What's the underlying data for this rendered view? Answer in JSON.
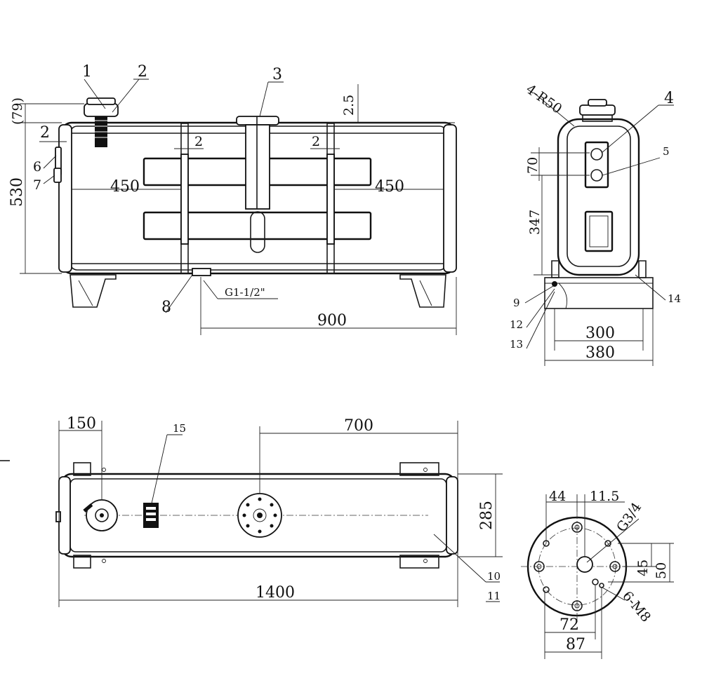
{
  "front_view": {
    "parts": [
      "1",
      "2",
      "3",
      "2",
      "6",
      "7",
      "8"
    ],
    "dims": {
      "cap_height": "(79)",
      "top_wall": "2.5",
      "height": "530",
      "gap_left": "2",
      "gap_right": "2",
      "left_450": "450",
      "right_450": "450",
      "length_900": "900",
      "drain": "G1-1/2\""
    }
  },
  "side_view": {
    "parts": [
      "4",
      "5",
      "9",
      "12",
      "13",
      "14"
    ],
    "dims": {
      "radius": "4-R50",
      "d70": "70",
      "d347": "347",
      "w300": "300",
      "w380": "380"
    }
  },
  "top_view": {
    "parts": [
      "15",
      "10",
      "11"
    ],
    "dims": {
      "d150": "150",
      "d700": "700",
      "d285": "285",
      "d1400": "1400"
    }
  },
  "flange_view": {
    "dims": {
      "d44": "44",
      "d11_5": "11.5",
      "thread": "G3/4",
      "d45": "45",
      "d50": "50",
      "bolts": "6-M8",
      "d72": "72",
      "d87": "87"
    }
  }
}
